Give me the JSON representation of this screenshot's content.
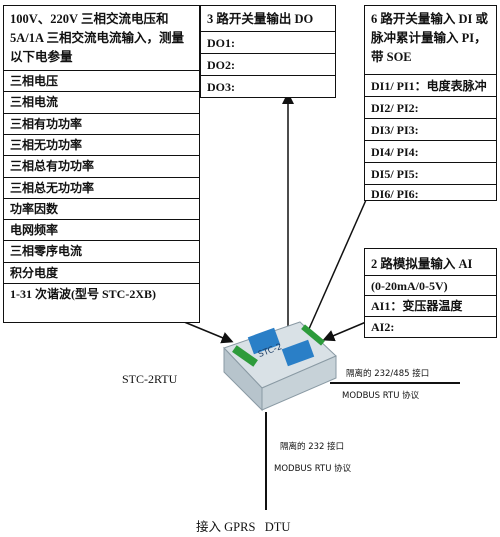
{
  "left_box": {
    "header": "100V、220V 三相交流电压和5A/1A 三相交流电流输入，测量以下电参量",
    "items": [
      "三相电压",
      "三相电流",
      "三相有功功率",
      "三相无功功率",
      "三相总有功功率",
      "三相总无功功率",
      "功率因数",
      "电网频率",
      "三相零序电流",
      "积分电度",
      "1-31 次谐波(型号 STC-2XB)"
    ]
  },
  "do_box": {
    "header": "3 路开关量输出 DO",
    "items": [
      "DO1:",
      "DO2:",
      "DO3:"
    ]
  },
  "di_box": {
    "header": "6 路开关量输入 DI 或脉冲累计量输入 PI，带 SOE",
    "items": [
      "DI1/ PI1：电度表脉冲",
      "DI2/ PI2:",
      "DI3/ PI3:",
      "DI4/ PI4:",
      "DI5/ PI5:",
      "DI6/ PI6:"
    ]
  },
  "ai_box": {
    "header": "2 路模拟量输入 AI",
    "items": [
      "(0-20mA/0-5V)",
      "AI1：变压器温度",
      "AI2:"
    ]
  },
  "device": {
    "name": "STC-2RTU",
    "face_label": "STC-2"
  },
  "ports": {
    "right_line1": "隔离的 232/485 接口",
    "right_line2": "MODBUS RTU 协议",
    "bottom_line1": "隔离的 232 接口",
    "bottom_line2": "MODBUS RTU 协议"
  },
  "footer": "接入 GPRS   DTU"
}
